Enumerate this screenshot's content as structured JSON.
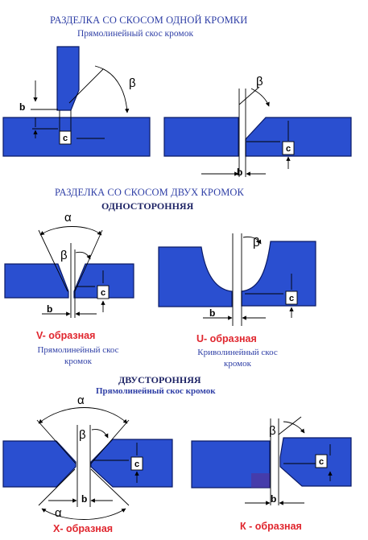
{
  "section1": {
    "title": "РАЗДЕЛКА СО СКОСОМ ОДНОЙ КРОМКИ",
    "subtitle": "Прямолинейный скос кромок"
  },
  "section2": {
    "title": "РАЗДЕЛКА СО СКОСОМ ДВУХ КРОМОК",
    "subtitle": "ОДНОСТОРОННЯЯ"
  },
  "section3": {
    "title": "ДВУСТОРОННЯЯ",
    "subtitle": "Прямолинейный скос кромок"
  },
  "joints": {
    "v_label": "V- образная",
    "v_caption_line1": "Прямолинейный скос",
    "v_caption_line2": "кромок",
    "u_label": "U- образная",
    "u_caption_line1": "Криволинейный скос",
    "u_caption_line2": "кромок",
    "x_label": "Х- образная",
    "k_label": "К - образная"
  },
  "symbols": {
    "alpha": "α",
    "beta": "β",
    "b": "b",
    "c": "c"
  },
  "colors": {
    "plate": "#2a4fd0",
    "plate_dark": "#1d3aa8",
    "title": "#2f3fa6",
    "red_label": "#e0262e"
  }
}
